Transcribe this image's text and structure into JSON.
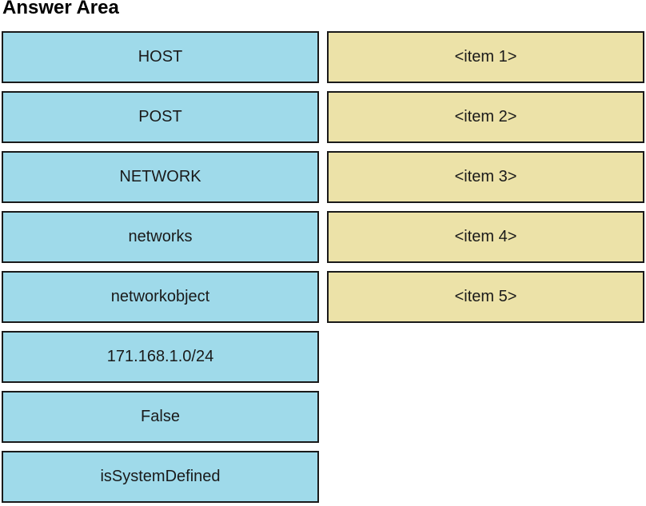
{
  "title": "Answer Area",
  "colors": {
    "source_fill": "#9FDAEA",
    "target_fill": "#ECE2A8",
    "border": "#1A1A1A",
    "text": "#1A1A1A"
  },
  "source_items": [
    {
      "label": "HOST"
    },
    {
      "label": "POST"
    },
    {
      "label": "NETWORK"
    },
    {
      "label": "networks"
    },
    {
      "label": "networkobject"
    },
    {
      "label": "171.168.1.0/24"
    },
    {
      "label": "False"
    },
    {
      "label": "isSystemDefined"
    }
  ],
  "target_items": [
    {
      "label": "<item 1>"
    },
    {
      "label": "<item 2>"
    },
    {
      "label": "<item 3>"
    },
    {
      "label": "<item 4>"
    },
    {
      "label": "<item 5>"
    }
  ]
}
